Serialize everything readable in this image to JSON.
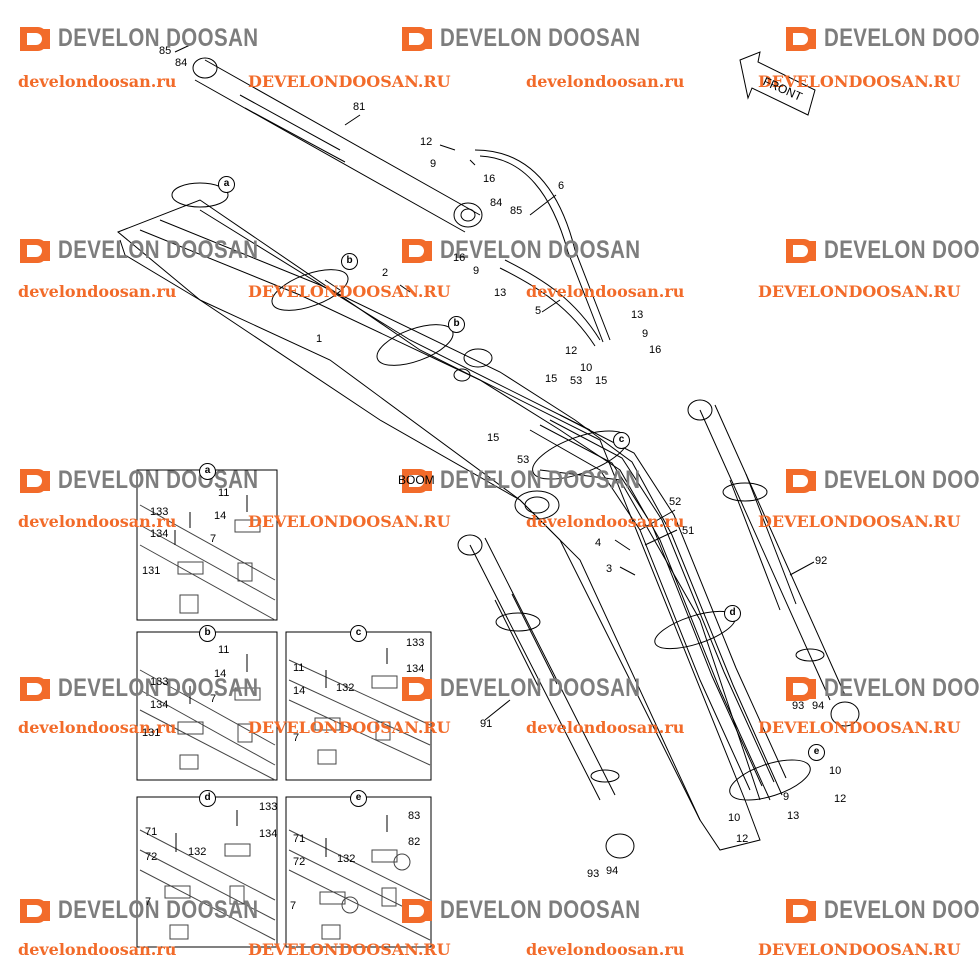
{
  "watermarks": {
    "brand": "DEVELON DOOSAN",
    "url_lower": "develondoosan.ru",
    "url_upper": "DEVELONDOOSAN.RU",
    "brand_color": "#7d7d7d",
    "logo_color": "#f26b2a",
    "url_color": "#f26b2a"
  },
  "direction_arrow": "FRONT",
  "part_label": "BOOM",
  "callouts": [
    "a",
    "b",
    "b",
    "c",
    "d",
    "e"
  ],
  "main_numbers": [
    "85",
    "84",
    "81",
    "12",
    "9",
    "16",
    "6",
    "84",
    "85",
    "16",
    "9",
    "13",
    "5",
    "2",
    "1",
    "13",
    "9",
    "12",
    "16",
    "10",
    "15",
    "15",
    "53",
    "15",
    "53",
    "52",
    "51",
    "4",
    "3",
    "92",
    "93",
    "94",
    "91",
    "10",
    "12",
    "9",
    "10",
    "13",
    "12",
    "93",
    "94"
  ],
  "details": [
    {
      "id": "a",
      "labels": [
        "11",
        "133",
        "14",
        "134",
        "7",
        "131"
      ]
    },
    {
      "id": "b",
      "labels": [
        "11",
        "14",
        "133",
        "134",
        "7",
        "131"
      ]
    },
    {
      "id": "c",
      "labels": [
        "133",
        "134",
        "11",
        "132",
        "14",
        "7"
      ]
    },
    {
      "id": "d",
      "labels": [
        "133",
        "134",
        "71",
        "132",
        "72",
        "7"
      ]
    },
    {
      "id": "e",
      "labels": [
        "83",
        "82",
        "71",
        "132",
        "72",
        "7"
      ]
    }
  ]
}
